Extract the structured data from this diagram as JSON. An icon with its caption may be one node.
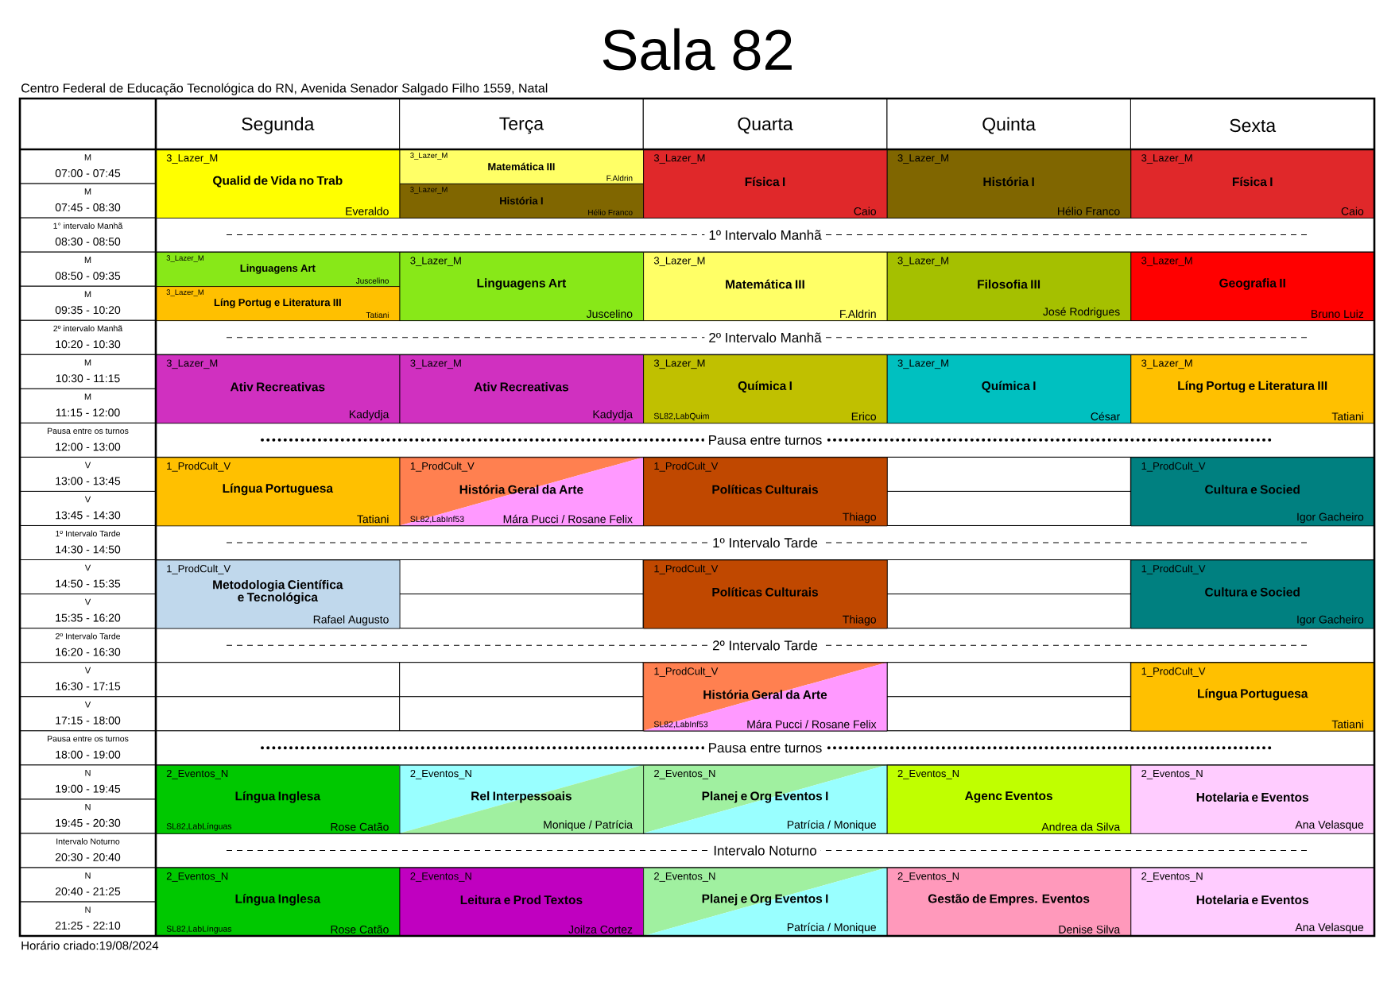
{
  "diagram": {
    "title": "Sala 82",
    "nodes": [
      {
        "text": [
          "3_Lazer_M",
          "Qualid de Vida no Trab",
          "Everaldo"
        ]
      },
      {
        "text": [
          "3_Lazer_M",
          "Matemática III",
          "F.Aldrin"
        ]
      },
      {
        "text": [
          "3_Lazer_M",
          "História I",
          "Hélio Franco"
        ]
      },
      {
        "text": [
          "3_Lazer_M",
          "Física I",
          "Caio"
        ]
      },
      {
        "text": [
          "3_Lazer_M",
          "História I",
          "Hélio Franco"
        ]
      },
      {
        "text": [
          "3_Lazer_M",
          "Física I",
          "Caio"
        ]
      },
      {
        "text": [
          "3_Lazer_M",
          "Linguagens Art",
          "Juscelino"
        ]
      },
      {
        "text": [
          "3_Lazer_M",
          "Líng Portug e Literatura III",
          "Tatiani"
        ]
      },
      {
        "text": [
          "3_Lazer_M",
          "Linguagens Art",
          "Juscelino"
        ]
      },
      {
        "text": [
          "3_Lazer_M",
          "Matemática III",
          "F.Aldrin"
        ]
      },
      {
        "text": [
          "3_Lazer_M",
          "Filosofia III",
          "José Rodrigues"
        ]
      },
      {
        "text": [
          "3_Lazer_M",
          "Geografia II",
          "Bruno Luiz"
        ]
      },
      {
        "text": [
          "3_Lazer_M",
          "Ativ Recreativas",
          "Kadydja"
        ]
      },
      {
        "text": [
          "3_Lazer_M",
          "Ativ Recreativas",
          "Kadydja"
        ]
      },
      {
        "text": [
          "3_Lazer_M",
          "Química I",
          "SL82,LabQuim",
          "Erico"
        ]
      },
      {
        "text": [
          "3_Lazer_M",
          "Química I",
          "César"
        ]
      },
      {
        "text": [
          "3_Lazer_M",
          "Líng Portug e Literatura III",
          "Tatiani"
        ]
      },
      {
        "text": [
          "1_ProdCult_V",
          "Língua Portuguesa",
          "Tatiani"
        ]
      },
      {
        "text": [
          "1_ProdCult_V",
          "História Geral da Arte",
          "SL82,LabInf53",
          "Mára Pucci / Rosane Felix"
        ]
      },
      {
        "text": [
          "1_ProdCult_V",
          "Políticas Culturais",
          "Thiago"
        ]
      },
      {
        "text": [
          "1_ProdCult_V",
          "Cultura e Socied",
          "Igor Gacheiro"
        ]
      },
      {
        "text": [
          "1_ProdCult_V",
          "Metodologia Científica e Tecnológica",
          "Rafael Augusto"
        ]
      },
      {
        "text": [
          "1_ProdCult_V",
          "Políticas Culturais",
          "Thiago"
        ]
      },
      {
        "text": [
          "1_ProdCult_V",
          "Cultura e Socied",
          "Igor Gacheiro"
        ]
      },
      {
        "text": [
          "1_ProdCult_V",
          "História Geral da Arte",
          "SL82,LabInf53",
          "Mára Pucci / Rosane Felix"
        ]
      },
      {
        "text": [
          "1_ProdCult_V",
          "Língua Portuguesa",
          "Tatiani"
        ]
      },
      {
        "text": [
          "2_Eventos_N",
          "Língua Inglesa",
          "SL82,LabLínguas",
          "Rose Catão"
        ]
      },
      {
        "text": [
          "2_Eventos_N",
          "Rel Interpessoais",
          "Monique / Patrícia"
        ]
      },
      {
        "text": [
          "2_Eventos_N",
          "Planej e Org Eventos I",
          "Patrícia / Monique"
        ]
      },
      {
        "text": [
          "2_Eventos_N",
          "Agenc Eventos",
          "Andrea da Silva"
        ]
      },
      {
        "text": [
          "2_Eventos_N",
          "Hotelaria e Eventos",
          "Ana Velasque"
        ]
      },
      {
        "text": [
          "2_Eventos_N",
          "Língua Inglesa",
          "SL82,LabLínguas",
          "Rose Catão"
        ]
      },
      {
        "text": [
          "2_Eventos_N",
          "Leitura e Prod Textos",
          "Joilza Cortez"
        ]
      },
      {
        "text": [
          "2_Eventos_N",
          "Planej e Org Eventos I",
          "Patrícia / Monique"
        ]
      },
      {
        "text": [
          "2_Eventos_N",
          "Gestão de Empres. Eventos",
          "Denise Silva"
        ]
      },
      {
        "text": [
          "2_Eventos_N",
          "Hotelaria e Eventos",
          "Ana Velasque"
        ]
      }
    ],
    "labels": [
      "Centro Federal de Educação Tecnológica do RN, Avenida Senador Salgado Filho 1559, Natal",
      "Segunda",
      "Terça",
      "Quarta",
      "Quinta",
      "Sexta",
      "M",
      "07:00 - 07:45",
      "M",
      "07:45 - 08:30",
      "1° intervalo Manhã",
      "08:30 - 08:50",
      "1º Intervalo Manhã",
      "M",
      "08:50 - 09:35",
      "M",
      "09:35 - 10:20",
      "2º intervalo Manhã",
      "10:20 - 10:30",
      "2º Intervalo Manhã",
      "M",
      "10:30 - 11:15",
      "M",
      "11:15 - 12:00",
      "Pausa entre os turnos",
      "12:00 - 13:00",
      "Pausa entre turnos",
      "V",
      "13:00 - 13:45",
      "V",
      "13:45 - 14:30",
      "1º Intervalo Tarde",
      "14:30 - 14:50",
      "1º Intervalo Tarde",
      "V",
      "14:50 - 15:35",
      "V",
      "15:35 - 16:20",
      "2º Intervalo Tarde",
      "16:20 - 16:30",
      "2º Intervalo Tarde",
      "V",
      "16:30 - 17:15",
      "V",
      "17:15 - 18:00",
      "Pausa entre os turnos",
      "18:00 - 19:00",
      "Pausa entre turnos",
      "N",
      "19:00 - 19:45",
      "N",
      "19:45 - 20:30",
      "Intervalo Noturno",
      "20:30 - 20:40",
      "Intervalo Noturno",
      "N",
      "20:40 - 21:25",
      "N",
      "21:25 - 22:10",
      "Horário criado:19/08/2024"
    ]
  }
}
